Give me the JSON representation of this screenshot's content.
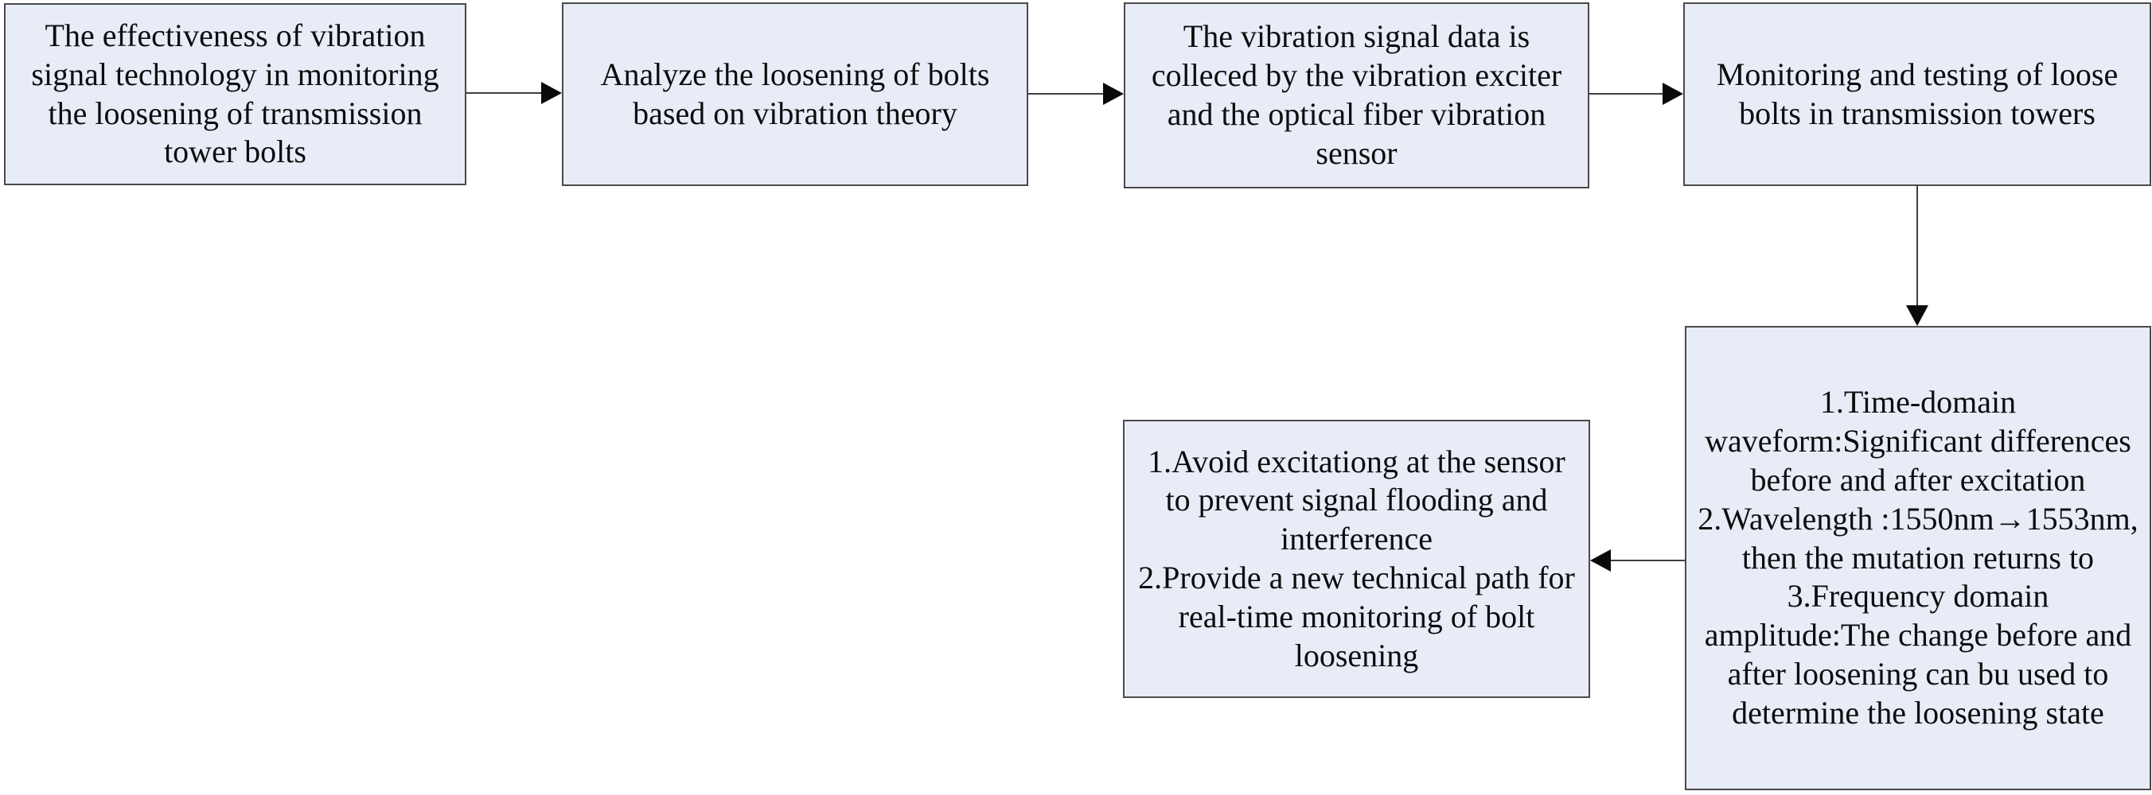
{
  "figure": {
    "type": "flowchart",
    "background_color": "#ffffff",
    "node_fill_color": "#e8ecf7",
    "node_border_color": "#4a4a4a",
    "arrow_color": "#3f3f3f",
    "arrowhead_color": "#0a0a0a",
    "nodes": [
      {
        "id": "effectiveness",
        "text": "The effectiveness of vibration\nsignal technology in monitoring\nthe loosening of transmission\ntower bolts"
      },
      {
        "id": "analyze",
        "text": "Analyze the loosening of bolts\nbased on vibration theory"
      },
      {
        "id": "data-collection",
        "text": "The vibration signal data is\ncolleced by the vibration exciter\nand the optical fiber vibration\nsensor"
      },
      {
        "id": "monitoring-testing",
        "text": "Monitoring and testing of loose\nbolts in transmission towers"
      },
      {
        "id": "results",
        "text": "1.Time-domain\nwaveform:Significant differences\nbefore and after excitation\n2.Wavelength :1550nm→1553nm,\nthen the mutation returns to\n3.Frequency domain\namplitude:The change before and\nafter loosening can bu used to\ndetermine the loosening state"
      },
      {
        "id": "conclusions",
        "text": "1.Avoid excitationg at the sensor\nto prevent signal flooding and\ninterference\n2.Provide a new technical path for\nreal-time monitoring of bolt\nloosening"
      }
    ],
    "edges": [
      {
        "from": "effectiveness",
        "to": "analyze",
        "direction": "right"
      },
      {
        "from": "analyze",
        "to": "data-collection",
        "direction": "right"
      },
      {
        "from": "data-collection",
        "to": "monitoring-testing",
        "direction": "right"
      },
      {
        "from": "monitoring-testing",
        "to": "results",
        "direction": "down"
      },
      {
        "from": "results",
        "to": "conclusions",
        "direction": "left"
      }
    ]
  }
}
